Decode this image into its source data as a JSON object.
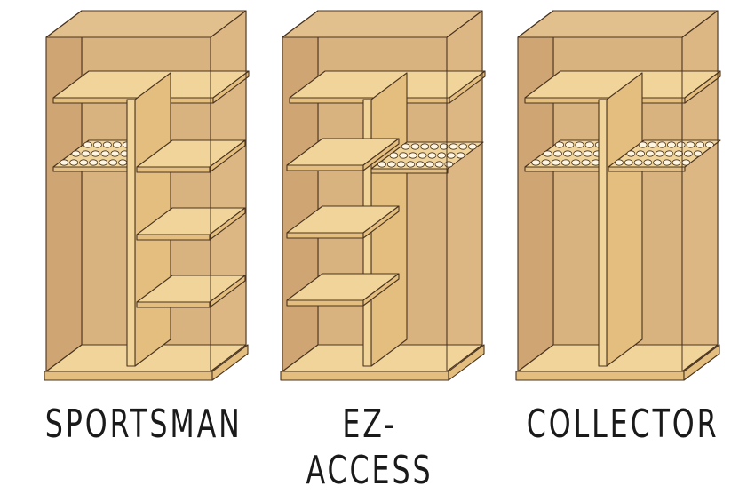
{
  "colors": {
    "cabinet": "#D8B27F",
    "shelf_top": "#F0D49A",
    "shelf_front": "#E3BE7E",
    "outline": "#4A3420",
    "background": "#FFFFFF",
    "caption": "#1A1A1A"
  },
  "cabinets": [
    {
      "name": "SPORTSMAN",
      "layout": "rack-left-shelves-right",
      "shelf_count": 3
    },
    {
      "name": "EZ-ACCESS",
      "layout": "shelves-left-rack-right",
      "shelf_count": 3
    },
    {
      "name": "COLLECTOR",
      "layout": "rack-both-sides",
      "shelf_count": 0
    }
  ]
}
